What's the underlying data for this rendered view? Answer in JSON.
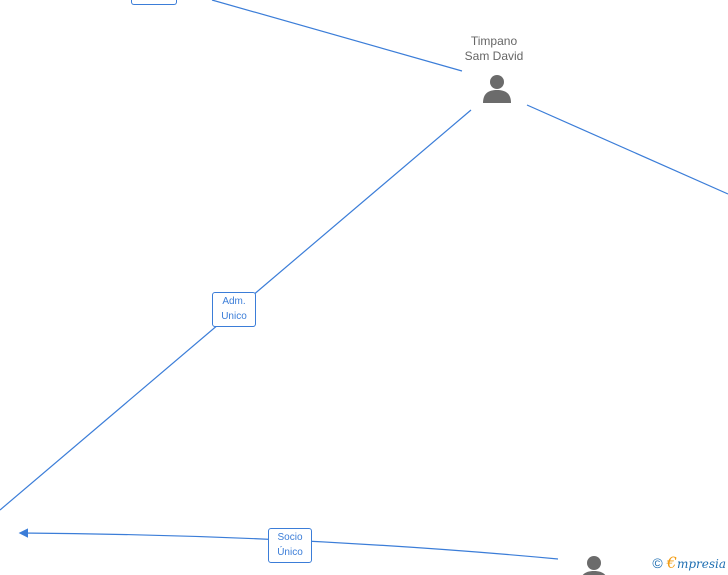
{
  "nodes": {
    "center_person": {
      "line1": "Timpano",
      "line2": "Sam David"
    }
  },
  "edges": {
    "adm_unico": {
      "line1": "Adm.",
      "line2": "Unico"
    },
    "socio_unico": {
      "line1": "Socio",
      "line2": "Único"
    }
  },
  "watermark": {
    "copyright_symbol": "©",
    "brand_initial": "€",
    "brand_rest": "mpresia"
  },
  "colors": {
    "edge": "#3b7dd8",
    "person_icon": "#6b6b6b",
    "label_text": "#666666"
  }
}
